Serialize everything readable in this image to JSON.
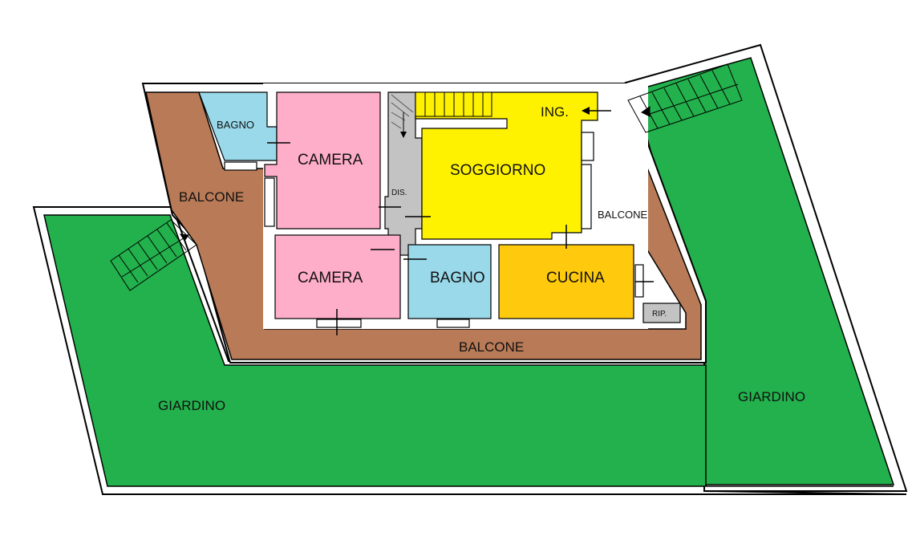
{
  "plan": {
    "rooms": {
      "bagno_top": "BAGNO",
      "camera_top": "CAMERA",
      "dis": "DIS.",
      "soggiorno": "SOGGIORNO",
      "ingresso": "ING.",
      "balcone_left": "BALCONE",
      "balcone_right": "BALCONE",
      "camera_bottom": "CAMERA",
      "bagno_bottom": "BAGNO",
      "cucina": "CUCINA",
      "ripostiglio": "RIP.",
      "balcone_bottom": "BALCONE",
      "giardino_left": "GIARDINO",
      "giardino_right": "GIARDINO"
    },
    "colors": {
      "garden": "#22B14C",
      "balcony": "#B97A57",
      "bathroom": "#99D9EA",
      "bedroom": "#FFAEC9",
      "living": "#FFF200",
      "kitchen": "#FFC90E",
      "corridor": "#C3C3C3",
      "wall": "#FFFFFF",
      "outline": "#000000"
    }
  }
}
